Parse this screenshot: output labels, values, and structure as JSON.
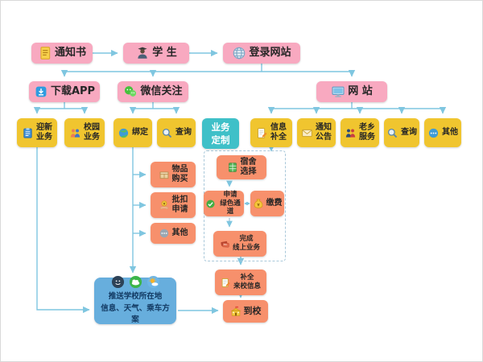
{
  "flow": {
    "notice": {
      "label": "通知书",
      "icon": "document-icon"
    },
    "student": {
      "label": "学 生",
      "icon": "student-icon"
    },
    "login": {
      "label": "登录网站",
      "icon": "globe-icon"
    },
    "download_app": {
      "label": "下载APP",
      "icon": "app-icon"
    },
    "wechat_follow": {
      "label": "微信关注",
      "icon": "wechat-icon"
    },
    "website": {
      "label": "网 站",
      "icon": "monitor-icon"
    },
    "welcome_biz": {
      "label": "迎新\n业务",
      "icon": "clipboard-icon"
    },
    "campus_biz": {
      "label": "校园\n业务",
      "icon": "campus-people-icon"
    },
    "bind": {
      "label": "绑定",
      "icon": "earth-icon"
    },
    "query_wechat": {
      "label": "查询",
      "icon": "magnifier-icon"
    },
    "biz_custom": {
      "label": "业务\n定制"
    },
    "info_complete": {
      "label": "信息\n补全",
      "icon": "form-pencil-icon"
    },
    "notice_board": {
      "label": "通知\n公告",
      "icon": "mail-icon"
    },
    "fellow_service": {
      "label": "老乡\n服务",
      "icon": "people-icon"
    },
    "query_website": {
      "label": "查询",
      "icon": "magnifier-icon"
    },
    "other_website": {
      "label": "其他",
      "icon": "ellipsis-icon"
    },
    "goods_purchase": {
      "label": "物品\n购买",
      "icon": "parcel-icon"
    },
    "deduct_apply": {
      "label": "批扣\n申请",
      "icon": "hand-coin-icon"
    },
    "other_wechat": {
      "label": "其他",
      "icon": "dots-icon"
    },
    "dorm_select": {
      "label": "宿舍\n选择",
      "icon": "wardrobe-icon"
    },
    "green_channel": {
      "label": "申请\n绿色通道",
      "icon": "green-check-icon"
    },
    "pay_fee": {
      "label": "缴费",
      "icon": "moneybag-icon"
    },
    "finish_online": {
      "label": "完成\n线上业务",
      "icon": "cards-icon"
    },
    "complete_info": {
      "label": "补全\n来校信息",
      "icon": "form-pencil-icon"
    },
    "arrive_school": {
      "label": "到校",
      "icon": "school-icon"
    },
    "push_info": {
      "label": "推送学校所在地\n信息、天气、乘车方案",
      "icons": [
        "wechat-dark-icon",
        "cloud-icon",
        "sun-icon"
      ]
    }
  },
  "colors": {
    "pink": "#f8a9c0",
    "yellow": "#f0c52f",
    "orange": "#f7906c",
    "teal": "#3fc0c8",
    "blue": "#67aedd",
    "arrow": "#7fc6e0"
  }
}
